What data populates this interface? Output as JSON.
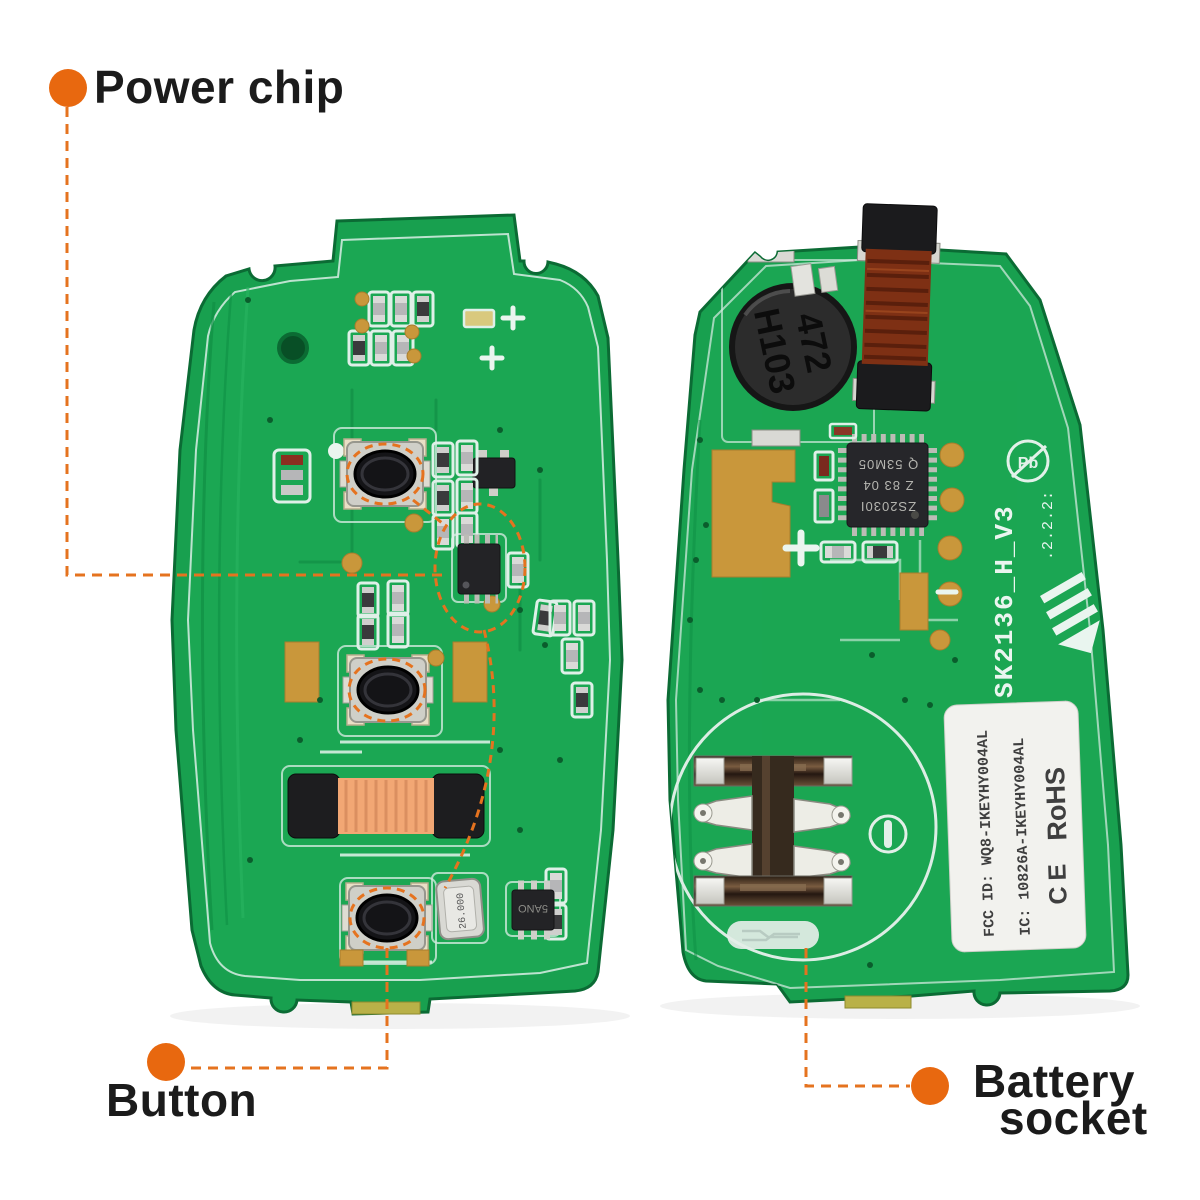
{
  "callouts": {
    "power_chip": "Power chip",
    "button": "Button",
    "battery_line1": "Battery",
    "battery_line2": "socket"
  },
  "left_board": {
    "description": "key fob PCB front side",
    "crystal_marking": "26.000",
    "driver_marking": "5ANO",
    "plus_mark": "+"
  },
  "right_board": {
    "description": "key fob PCB back side",
    "inductor_line1": "472",
    "inductor_line2": "H103",
    "mcu_line1": "ZS2030I",
    "mcu_line2": "Z 83 04",
    "mcu_line3": "Q 53M05",
    "board_id": "SK2136_H_V3",
    "rev_marks": ".2.2.2:",
    "pb_free": "Pb",
    "plus_mark": "+",
    "minus_mark": "-",
    "label": {
      "fcc_id": "FCC ID: WQ8-IKEYHY004AL",
      "ic_id": "IC: 10826A-IKEYHY004AL",
      "ce": "CE",
      "rohs": "RoHS"
    }
  },
  "colors": {
    "accent_orange": "#E8680F",
    "pcb_green": "#18A04F",
    "pcb_green_dark": "#0B6B34",
    "silkscreen_mint": "#D9EEE3",
    "gold": "#C9973B",
    "copper_winding": "#7E3014",
    "coil_orange": "#F2A774",
    "label_white": "#F2F2EE"
  }
}
